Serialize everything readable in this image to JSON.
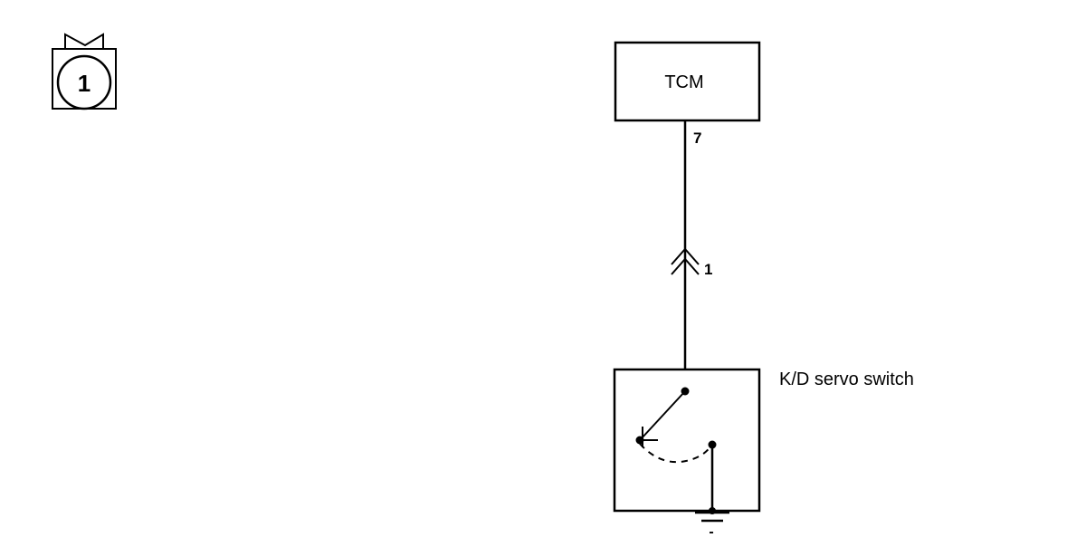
{
  "connector_icon": {
    "number": "1"
  },
  "tcm": {
    "label": "TCM",
    "pin": "7"
  },
  "connector": {
    "pin": "1"
  },
  "switch": {
    "label": "K/D servo switch"
  },
  "ground": {
    "mark": "-"
  }
}
